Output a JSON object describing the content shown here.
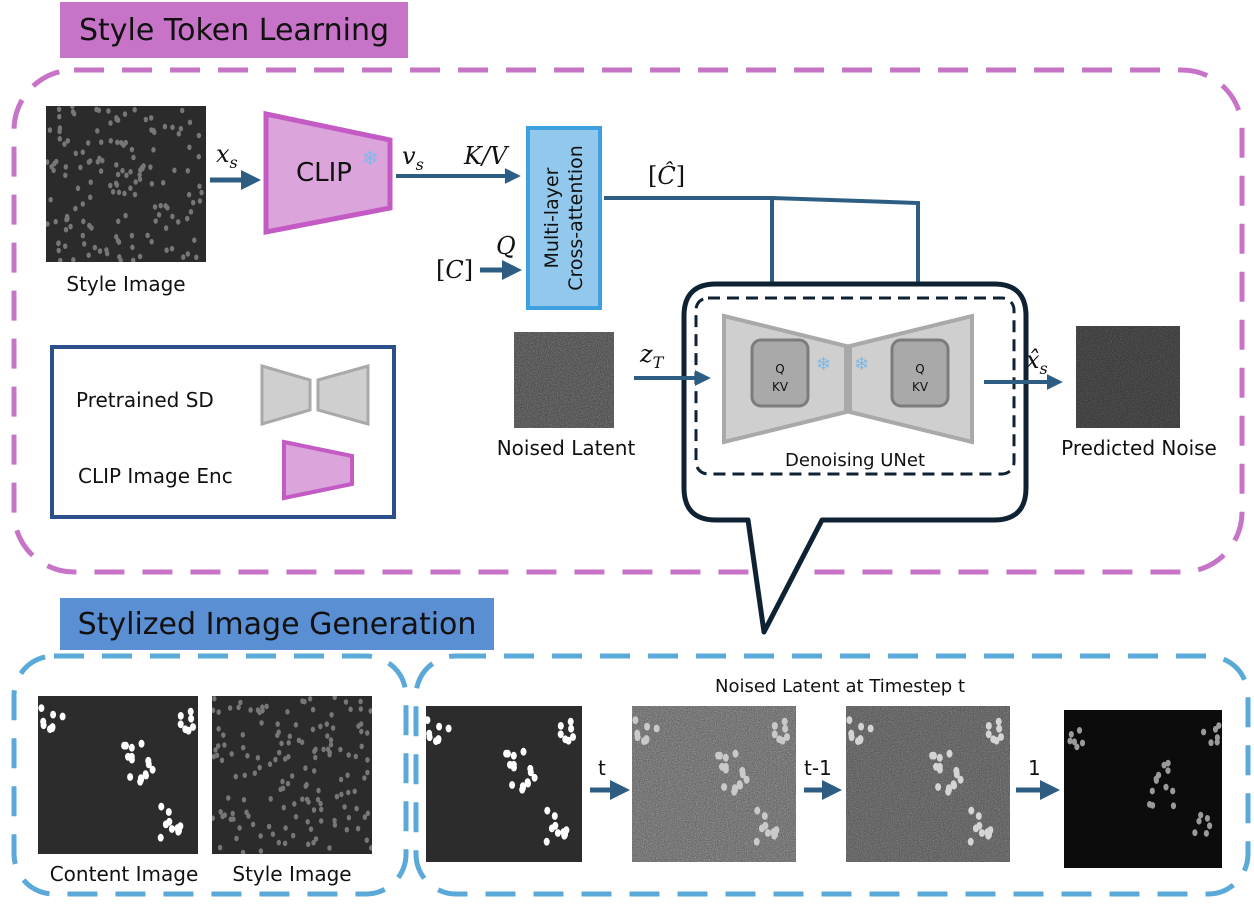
{
  "sections": {
    "top_title": "Style Token Learning",
    "bottom_title": "Stylized Image Generation"
  },
  "top": {
    "style_image_label": "Style Image",
    "clip_label": "CLIP",
    "xs_label": "x_s",
    "vs_label": "v_s",
    "kv_label": "K/V",
    "q_label": "Q",
    "c_label": "[C]",
    "chat_label": "[Ĉ]",
    "xattn_line1": "Multi-layer",
    "xattn_line2": "Cross-attention",
    "noised_latent_label": "Noised Latent",
    "zt_label": "z_T",
    "unet_label": "Denoising UNet",
    "unet_block_q": "Q",
    "unet_block_kv": "KV",
    "xhat_label": "x̂_s",
    "predicted_noise_label": "Predicted Noise"
  },
  "legend": {
    "pretrained_sd": "Pretrained SD",
    "clip_enc": "CLIP Image Enc"
  },
  "bottom": {
    "content_image_label": "Content Image",
    "style_image_label": "Style Image",
    "noised_latent_title": "Noised Latent at Timestep t",
    "step_t": "t",
    "step_t1": "t-1",
    "step_1": "1"
  },
  "colors": {
    "magenta_dash": "#c774c8",
    "blue_dash": "#5aa9d8",
    "arrow": "#2d5d82",
    "clip_fill": "#dba4db",
    "clip_stroke": "#c45bc4",
    "unet_fill": "#cfcfcf",
    "unet_stroke": "#a9a9a9",
    "speech": "#0f2233"
  },
  "icons": [
    "snowflake-icon",
    "fire-icon"
  ]
}
